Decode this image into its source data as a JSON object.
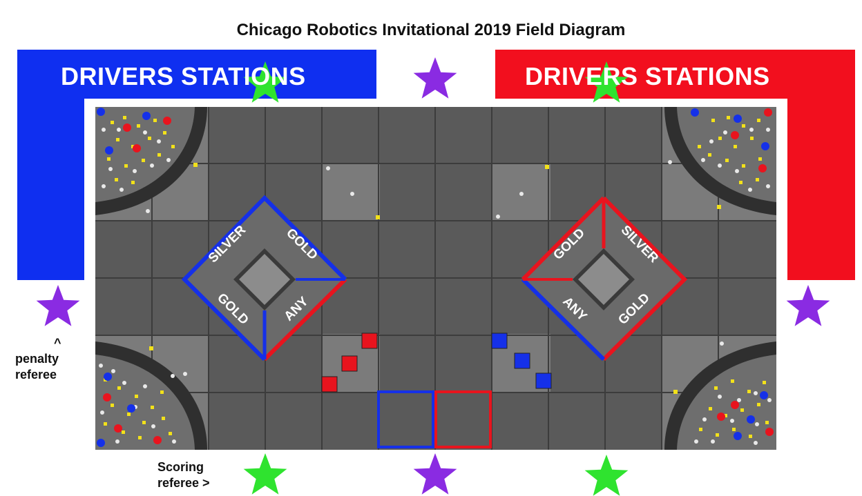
{
  "title": "Chicago Robotics Invitational 2019 Field Diagram",
  "drivers_stations": {
    "blue_label": "DRIVERS STATIONS",
    "red_label": "DRIVERS STATIONS",
    "blue_color": "#0f2ff0",
    "red_color": "#f20f1e"
  },
  "penalty_referee": {
    "caret": "^",
    "line1": "penalty",
    "line2": "referee"
  },
  "scoring_referee": {
    "line1": "Scoring",
    "line2": "referee >"
  },
  "lander_blue": {
    "labels": [
      "SILVER",
      "GOLD",
      "GOLD",
      "ANY"
    ],
    "color": "#1530e8"
  },
  "lander_red": {
    "labels": [
      "GOLD",
      "SILVER",
      "ANY",
      "GOLD"
    ],
    "color": "#e8141e"
  },
  "colors": {
    "field": "#5a5a5a",
    "grid": "#3e3e3e",
    "light_tile": "#7a7a7a",
    "star_green": "#2fe32f",
    "star_purple": "#8a2be2",
    "mineral_gold": "#f2e11a",
    "mineral_silver": "#e9e9e9"
  },
  "stars": [
    {
      "color": "green",
      "role": "referee"
    },
    {
      "color": "purple",
      "role": "referee"
    },
    {
      "color": "green",
      "role": "referee"
    },
    {
      "color": "purple",
      "role": "penalty referee"
    },
    {
      "color": "purple",
      "role": "referee"
    },
    {
      "color": "green",
      "role": "scoring referee"
    },
    {
      "color": "purple",
      "role": "referee"
    },
    {
      "color": "green",
      "role": "referee"
    }
  ]
}
